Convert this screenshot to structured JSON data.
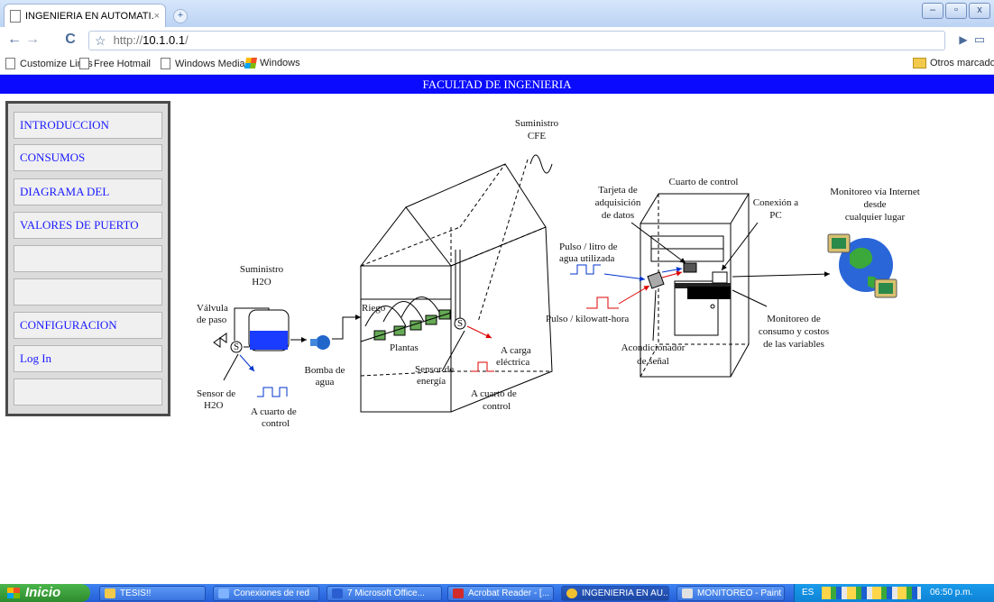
{
  "browser": {
    "tab_title": "INGENIERIA EN AUTOMATI...",
    "tab_close": "×",
    "new_tab": "+",
    "url_prefix": "http://",
    "url_host": "10.1.0.1",
    "url_suffix": "/",
    "window_buttons": [
      "–",
      "▫",
      "x"
    ],
    "bookmarks": [
      {
        "label": "Customize Links",
        "icon": "page-icon"
      },
      {
        "label": "Free Hotmail",
        "icon": "page-icon"
      },
      {
        "label": "Windows Media",
        "icon": "page-icon"
      },
      {
        "label": "Windows",
        "icon": "windows-logo-icon"
      }
    ],
    "other_bookmarks": "Otros marcadores"
  },
  "page": {
    "header": "FACULTAD DE INGENIERIA",
    "menu": [
      "INTRODUCCION",
      "CONSUMOS",
      "DIAGRAMA DEL SISTEMA",
      "VALORES DE PUERTO",
      "",
      "",
      "CONFIGURACION",
      "Log In",
      ""
    ]
  },
  "diagram": {
    "suministro_cfe": [
      "Suministro",
      "CFE"
    ],
    "suministro_h2o": [
      "Suministro",
      "H2O"
    ],
    "valvula": [
      "Válvula",
      "de paso"
    ],
    "riego": "Riego",
    "plantas": "Plantas",
    "bomba": [
      "Bomba de",
      "agua"
    ],
    "sensor_h2o": [
      "Sensor de",
      "H2O"
    ],
    "a_cuarto_control_1": [
      "A cuarto de",
      "control"
    ],
    "sensor_energia": [
      "Sensor de",
      "energía"
    ],
    "a_carga": [
      "A carga",
      "eléctrica"
    ],
    "a_cuarto_control_2": [
      "A cuarto de",
      "control"
    ],
    "cuarto_control": "Cuarto de control",
    "tarjeta": [
      "Tarjeta de",
      "adquisición",
      "de datos"
    ],
    "conexion_pc": [
      "Conexión a",
      "PC"
    ],
    "pulso_litro": [
      "Pulso / litro de",
      "agua utilizada"
    ],
    "pulso_kwh": "Pulso / kilowatt-hora",
    "acondicionador": [
      "Acondicionador",
      "de señal"
    ],
    "monitoreo_consumo": [
      "Monitoreo de",
      "consumo y costos",
      "de las variables"
    ],
    "monitoreo_internet": [
      "Monitoreo vía Internet",
      "desde",
      "cualquier lugar"
    ],
    "sensor_symbol": "S"
  },
  "taskbar": {
    "start_label": "Inicio",
    "tasks": [
      {
        "label": "TESIS!!",
        "icon": "folder-icon",
        "color": "#f2c94c"
      },
      {
        "label": "Conexiones de red",
        "icon": "network-icon",
        "color": "#7fb2ff"
      },
      {
        "label": "7 Microsoft Office...",
        "icon": "word-icon",
        "color": "#2b5fd1"
      },
      {
        "label": "Acrobat Reader - [...",
        "icon": "acrobat-icon",
        "color": "#d12b2b"
      },
      {
        "label": "INGENIERIA EN AU...",
        "icon": "chrome-icon",
        "color": "#f0c030"
      },
      {
        "label": "MONITOREO - Paint",
        "icon": "paint-icon",
        "color": "#e0e0e0"
      }
    ],
    "language": "ES",
    "clock": "06:50 p.m."
  }
}
